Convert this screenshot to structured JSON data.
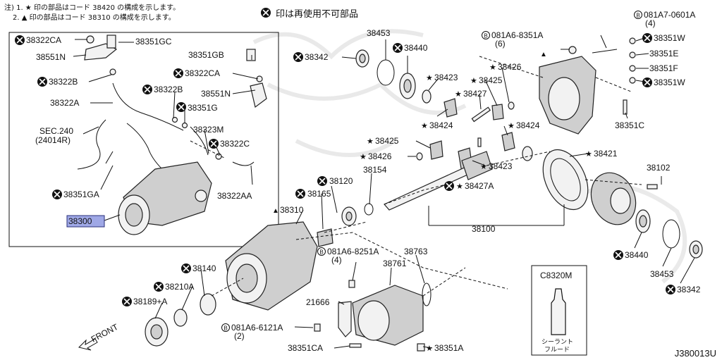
{
  "notes": {
    "line1": "注) 1. ★ 印の部品はコード 38420 の構成を示します。",
    "line2": "2. ▲ 印の部品はコード 38310 の構成を示します。"
  },
  "legend": {
    "text": "印は再使用不可部品"
  },
  "diagram_code": "J380013U",
  "front_label": "FRONT",
  "box_caption": {
    "code": "C8320M",
    "jp1": "シーラント",
    "jp2": "フルード"
  },
  "labels": {
    "p38322CA_1": "38322CA",
    "p38351GC": "38351GC",
    "p38551N_1": "38551N",
    "p38322B_1": "38322B",
    "p38351GB": "38351GB",
    "p38322CA_2": "38322CA",
    "p38322B_2": "38322B",
    "p38551N_2": "38551N",
    "p38322A": "38322A",
    "p38351G": "38351G",
    "p38323M": "38323M",
    "sec240": "SEC.240",
    "sec240sub": "(24014R)",
    "p38322C": "38322C",
    "p38351GA": "38351GA",
    "p38322AA": "38322AA",
    "p38300": "38300",
    "p38453_1": "38453",
    "p38342_1": "38342",
    "p38440_1": "38440",
    "p081A6_8351A": "081A6-8351A",
    "p081A6_8351A_q": "(6)",
    "p081A7_0601A": "081A7-0601A",
    "p081A7_0601A_q": "(4)",
    "p38351W_1": "38351W",
    "p38351E": "38351E",
    "p38351F": "38351F",
    "p38351W_2": "38351W",
    "p38423_1": "38423",
    "p38426_1": "38426",
    "p38425_1": "38425",
    "p38427": "38427",
    "p38424_1": "38424",
    "p38351C": "38351C",
    "p38425_2": "38425",
    "p38424_2": "38424",
    "p38426_2": "38426",
    "p38421": "38421",
    "p38423_2": "38423",
    "p38154": "38154",
    "p38427A": "38427A",
    "p38102": "38102",
    "p38120": "38120",
    "p38165": "38165",
    "p38310": "38310",
    "p38100": "38100",
    "p081A6_8251A": "081A6-8251A",
    "p081A6_8251A_q": "(4)",
    "p38763": "38763",
    "p38761": "38761",
    "p38440_2": "38440",
    "p38453_2": "38453",
    "p38342_2": "38342",
    "p38140": "38140",
    "p38210A": "38210A",
    "p38189A": "38189+A",
    "p21666": "21666",
    "p081A6_6121A": "081A6-6121A",
    "p081A6_6121A_q": "(2)",
    "p38351CA": "38351CA",
    "p38351A": "38351A"
  }
}
